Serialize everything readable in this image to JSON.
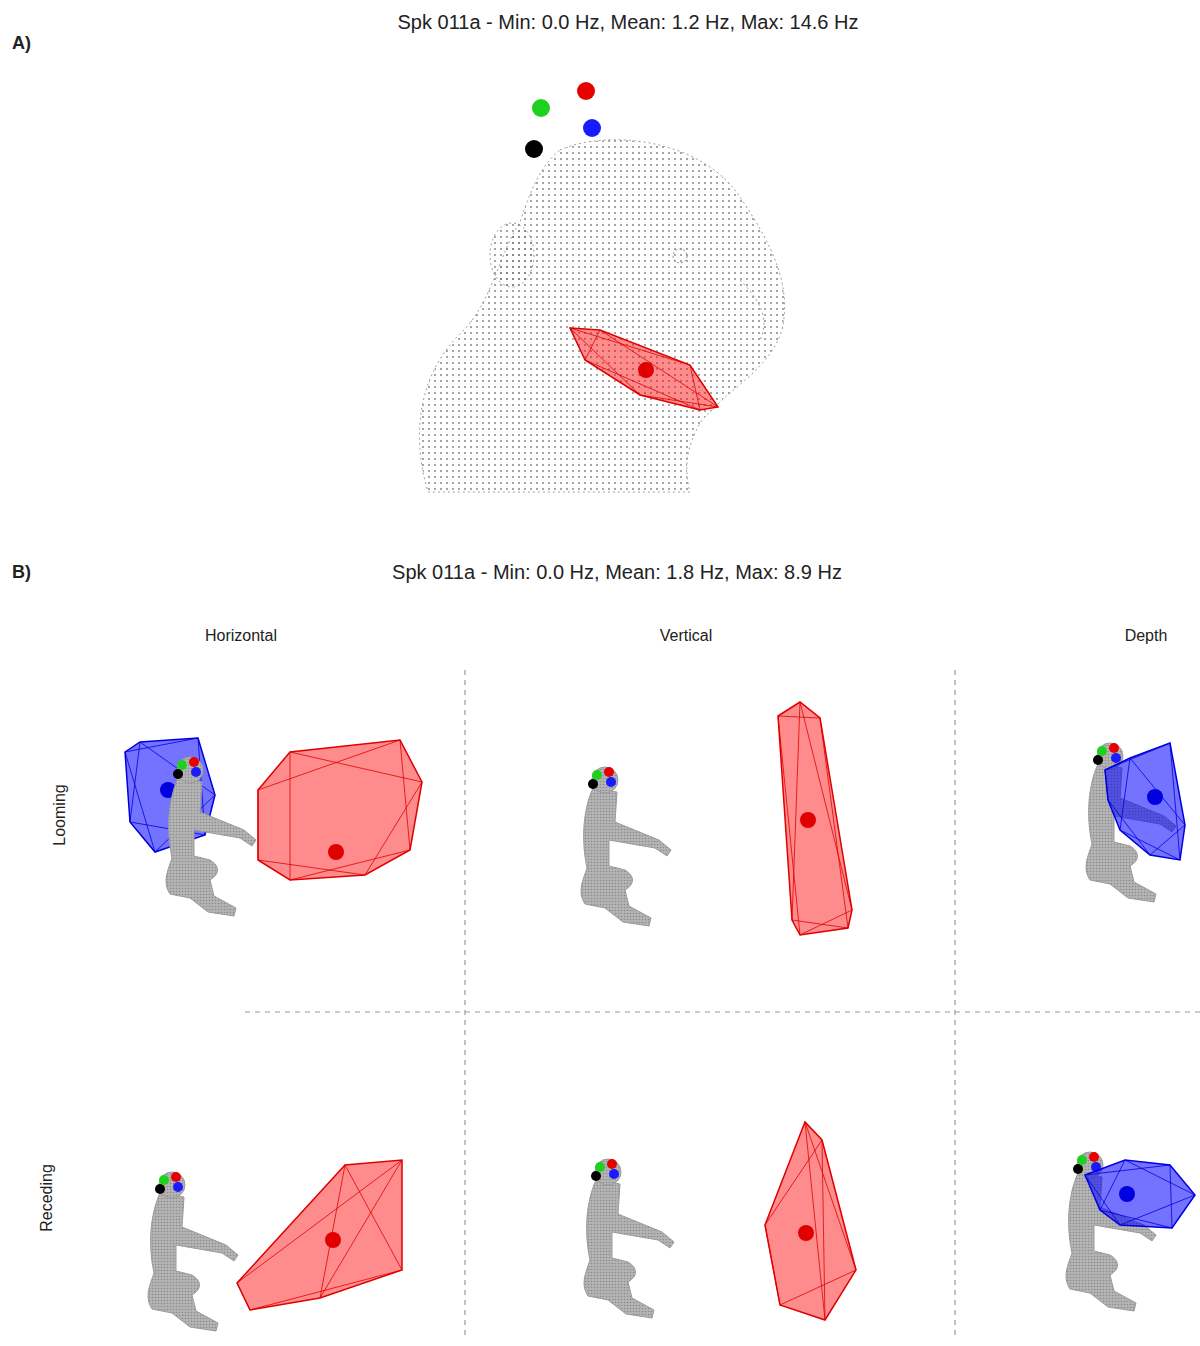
{
  "diagram": {
    "labels": [
      "A)",
      "Spk 011a - Min: 0.0 Hz, Mean: 1.2 Hz, Max: 14.6 Hz",
      "B)",
      "Spk 011a - Min: 0.0 Hz, Mean: 1.8 Hz, Max: 8.9 Hz",
      "Horizontal",
      "Vertical",
      "Depth",
      "Looming",
      "Receding"
    ]
  }
}
